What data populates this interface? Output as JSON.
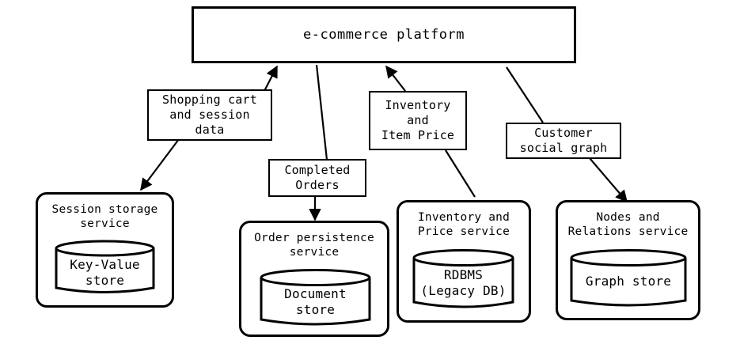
{
  "diagram": {
    "platform": {
      "label": "e-commerce platform"
    },
    "edge_labels": [
      {
        "id": "shopping-cart",
        "text": "Shopping cart\nand session\ndata"
      },
      {
        "id": "completed-orders",
        "text": "Completed\nOrders"
      },
      {
        "id": "inventory-item-price",
        "text": "Inventory\nand\nItem Price"
      },
      {
        "id": "customer-social-graph",
        "text": "Customer\nsocial graph"
      }
    ],
    "services": [
      {
        "id": "session-storage",
        "title": "Session storage\nservice",
        "store": "Key-Value\nstore"
      },
      {
        "id": "order-persistence",
        "title": "Order persistence\nservice",
        "store": "Document\nstore"
      },
      {
        "id": "inventory-price",
        "title": "Inventory and\nPrice service",
        "store": "RDBMS\n(Legacy DB)"
      },
      {
        "id": "nodes-relations",
        "title": "Nodes and\nRelations service",
        "store": "Graph store"
      }
    ],
    "colors": {
      "stroke": "#000000",
      "background": "#ffffff",
      "text": "#000000"
    }
  }
}
